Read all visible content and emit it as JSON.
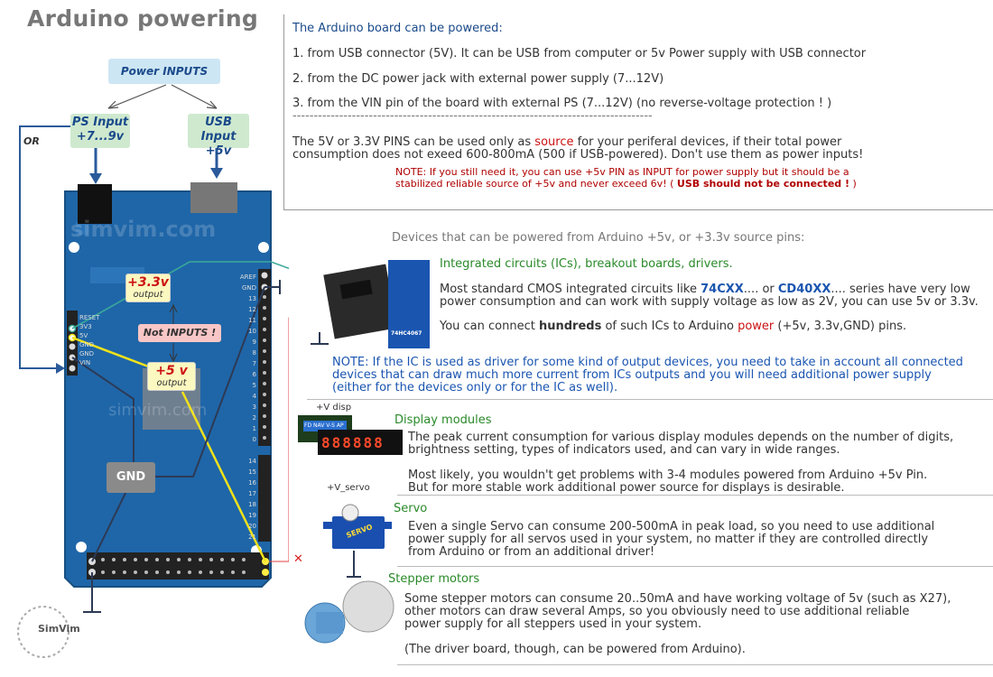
{
  "title": "Arduino powering",
  "diagram": {
    "power_inputs": "Power INPUTS",
    "ps_input": [
      "PS Input",
      "+7...9v"
    ],
    "usb_input": [
      "USB",
      "Input +5v"
    ],
    "or_label": "OR",
    "v33_label": "+3.3v",
    "v33_sub": "output",
    "v5_label": "+5 v",
    "v5_sub": "output",
    "not_inputs": "Not INPUTS !",
    "gnd_label": "GND",
    "watermark": "simvim.com",
    "pin_labels_left": [
      "RESET",
      "3V3",
      "5V",
      "GND",
      "GND",
      "VIN"
    ],
    "pin_labels_right": [
      "AREF",
      "GND",
      "13",
      "12",
      "11",
      "10",
      "9",
      "8",
      "7",
      "6",
      "5",
      "4",
      "3",
      "2",
      "1",
      "0",
      "14",
      "15",
      "16",
      "17",
      "18",
      "19",
      "20",
      "21"
    ],
    "logo_text": "SimVim"
  },
  "info": {
    "heading": "The Arduino board can be powered:",
    "items": [
      "1.  from USB connector (5V). It can be USB from computer or 5v Power supply with USB connector",
      "2.  from the DC power jack  with external power supply (7...12V)",
      "3.  from the VIN pin of the board  with external PS (7...12V) (no reverse-voltage protection ! )"
    ],
    "dashes": "-------------------------------------------------------------------------------------",
    "para_a": "The 5V or 3.3V PINS can be used only as ",
    "para_source": "source",
    "para_b": " for your periferal devices, if their total power",
    "para_c": "consumption does not exeed 600-800mA (500 if USB-powered). Don't use them as power inputs!",
    "note1": "NOTE: If you still need it, you can use +5v PIN as INPUT for power supply but it should be a",
    "note2a": "stabilized reliable source of  +5v and never exceed 6v! ( ",
    "note2b": "USB should not be connected !",
    "note2c": " )"
  },
  "devices_heading": "Devices that can be powered from Arduino +5v, or +3.3v source pins:",
  "ics": {
    "title": "Integrated circuits (ICs), breakout boards, drivers.",
    "p1a": "Most standard CMOS integrated circuits like ",
    "p1b": "74CXX",
    "p1c": ".... or ",
    "p1d": "CD40XX",
    "p1e": ".... series have very low",
    "p1f": "power consumption and can work with supply voltage as low as 2V, you can use 5v or 3.3v.",
    "p2a": "You can connect ",
    "p2b": "hundreds",
    "p2c": " of such ICs to Arduino ",
    "p2d": "power",
    "p2e": " (+5v, 3.3v,GND) pins.",
    "note": [
      "NOTE: If the IC is used as driver for some kind of output devices, you need to take in account all connected",
      "devices  that can draw much more current from ICs outputs and you will need additional  power supply",
      "(either for the devices only or for the IC as well)."
    ],
    "chip_label": "74HC4067"
  },
  "display": {
    "label": "+V disp",
    "title": "Display modules",
    "p1": [
      "The peak current consumption for various display modules depends on the number of digits,",
      "brightness setting, types of indicators used, and can vary in wide ranges."
    ],
    "p2": [
      "Most likely, you wouldn't get problems with 3-4  modules powered from Arduino +5v Pin.",
      "But for more stable work additional power source for displays is desirable."
    ],
    "lcd_text": "FD NAV V-S AP",
    "seg_text": "888888"
  },
  "servo": {
    "label": "+V_servo",
    "title": "Servo",
    "p": [
      "Even a single Servo can consume 200-500mA in peak load, so you need to use additional",
      "power supply for all servos used in your system, no matter if they are controlled directly",
      "from Arduino or from an additional  driver!"
    ],
    "body_label": "SERVO"
  },
  "stepper": {
    "title": "Stepper motors",
    "p": [
      "Some stepper motors can consume 20..50mA and have working voltage of 5v (such as X27),",
      "other motors can draw several Amps, so you obviously need to use additional reliable",
      "power supply for all steppers used in your system."
    ],
    "p2": "(The driver board, though, can be powered from Arduino)."
  },
  "colors": {
    "board": "#1f66a8",
    "green_box": "#cfe9cf",
    "blue_box": "#cde6f4",
    "yellow_box": "#fbf8c0",
    "pink_box": "#f8c6c6",
    "wire_dark": "#2d3a55",
    "wire_yellow": "#f2e21a",
    "wire_red": "#e04040",
    "wire_teal": "#3aa89a"
  }
}
